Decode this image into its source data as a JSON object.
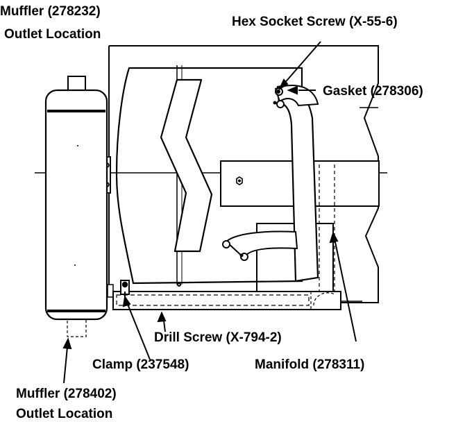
{
  "labels": {
    "muffler_top_line1": "Muffler (278232)",
    "muffler_top_line2": "Outlet Location",
    "hex_screw": "Hex Socket Screw (X-55-6)",
    "gasket": "Gasket (278306)",
    "drill_screw": "Drill Screw (X-794-2)",
    "clamp": "Clamp (237548)",
    "manifold": "Manifold (278311)",
    "muffler_bottom_line1": "Muffler (278402)",
    "muffler_bottom_line2": "Outlet Location"
  },
  "colors": {
    "ink": "#000000",
    "paper": "#ffffff"
  }
}
